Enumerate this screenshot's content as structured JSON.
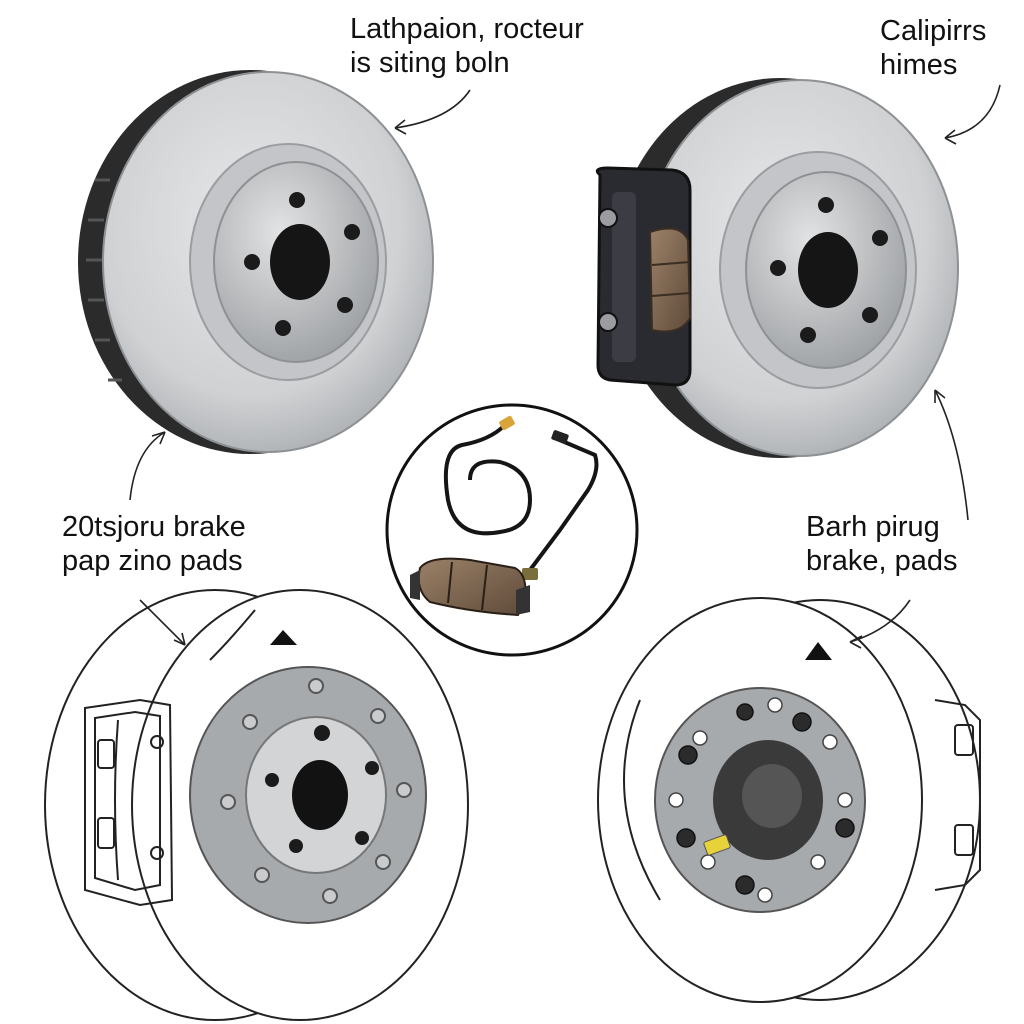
{
  "labels": {
    "rotor_callout": {
      "line1": "Lathpaion, rocteur",
      "line2": "is siting boln"
    },
    "caliper_callout": {
      "line1": "Calipirrs",
      "line2": "himes"
    },
    "left_pads_callout": {
      "line1": "20tsjoru brake",
      "line2": "pap zino pads"
    },
    "right_pads_callout": {
      "line1": "Barh pirug",
      "line2": "brake, pads"
    }
  },
  "colors": {
    "rotor_face": "#cfd1d3",
    "rotor_edge": "#8e9194",
    "hub": "#b9bcbf",
    "vent_dark": "#1c1c1c",
    "caliper": "#2a2b30",
    "pad_friction": "#7a6451",
    "sensor_tip": "#d9a43a",
    "line_art": "#222222",
    "warning_tag": "#e8d23a"
  },
  "icons": {
    "rotor": "brake-rotor-icon",
    "caliper": "brake-caliper-icon",
    "pad_sensor": "pad-wear-sensor-icon"
  }
}
